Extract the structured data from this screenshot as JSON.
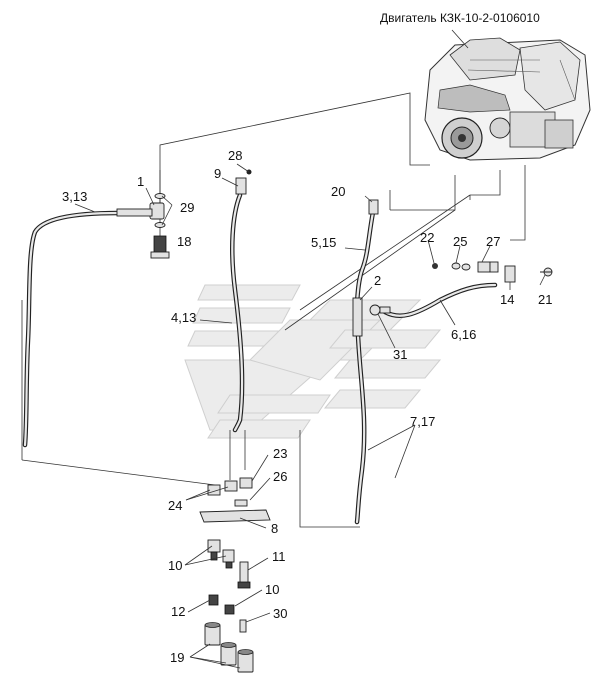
{
  "title": "Двигатель КЗК-10-2-0106010",
  "labels": {
    "l28": "28",
    "l9": "9",
    "l1": "1",
    "l3_13": "3,13",
    "l29": "29",
    "l18": "18",
    "l20": "20",
    "l5_15": "5,15",
    "l22": "22",
    "l25": "25",
    "l27": "27",
    "l2": "2",
    "l14": "14",
    "l21": "21",
    "l4_13": "4,13",
    "l31": "31",
    "l6_16": "6,16",
    "l7_17": "7,17",
    "l23": "23",
    "l26": "26",
    "l24": "24",
    "l8": "8",
    "l10a": "10",
    "l11": "11",
    "l10b": "10",
    "l12": "12",
    "l30": "30",
    "l19": "19"
  }
}
